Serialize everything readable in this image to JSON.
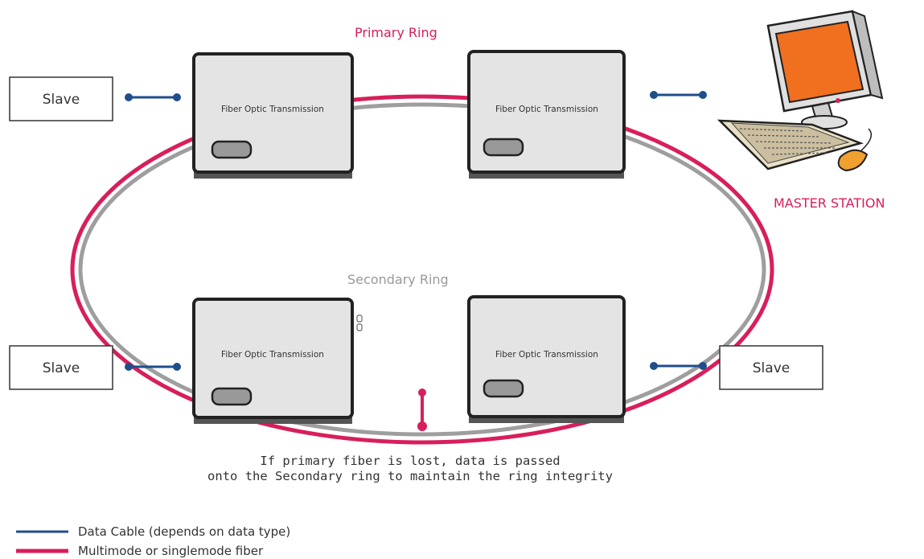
{
  "diagram": {
    "primary_ring_label": "Primary Ring",
    "secondary_ring_label": "Secondary Ring",
    "master_station_label": "MASTER STATION",
    "units": [
      {
        "label": "Fiber Optic Transmission"
      },
      {
        "label": "Fiber Optic Transmission"
      },
      {
        "label": "Fiber Optic Transmission"
      },
      {
        "label": "Fiber Optic Transmission"
      }
    ],
    "slaves": [
      {
        "label": "Slave"
      },
      {
        "label": "Slave"
      },
      {
        "label": "Slave"
      }
    ],
    "note_line1": "If primary fiber is lost, data is passed",
    "note_line2": "onto the Secondary ring to maintain the ring integrity"
  },
  "legend": {
    "items": [
      {
        "label": "Data Cable (depends on data type)",
        "color": "#1f4e8c"
      },
      {
        "label": "Multimode or singlemode fiber",
        "color": "#d81e5b"
      }
    ]
  },
  "colors": {
    "primary": "#d81e5b",
    "secondary": "#9e9e9e",
    "data_cable": "#1f4e8c",
    "monitor_screen": "#f07020"
  }
}
